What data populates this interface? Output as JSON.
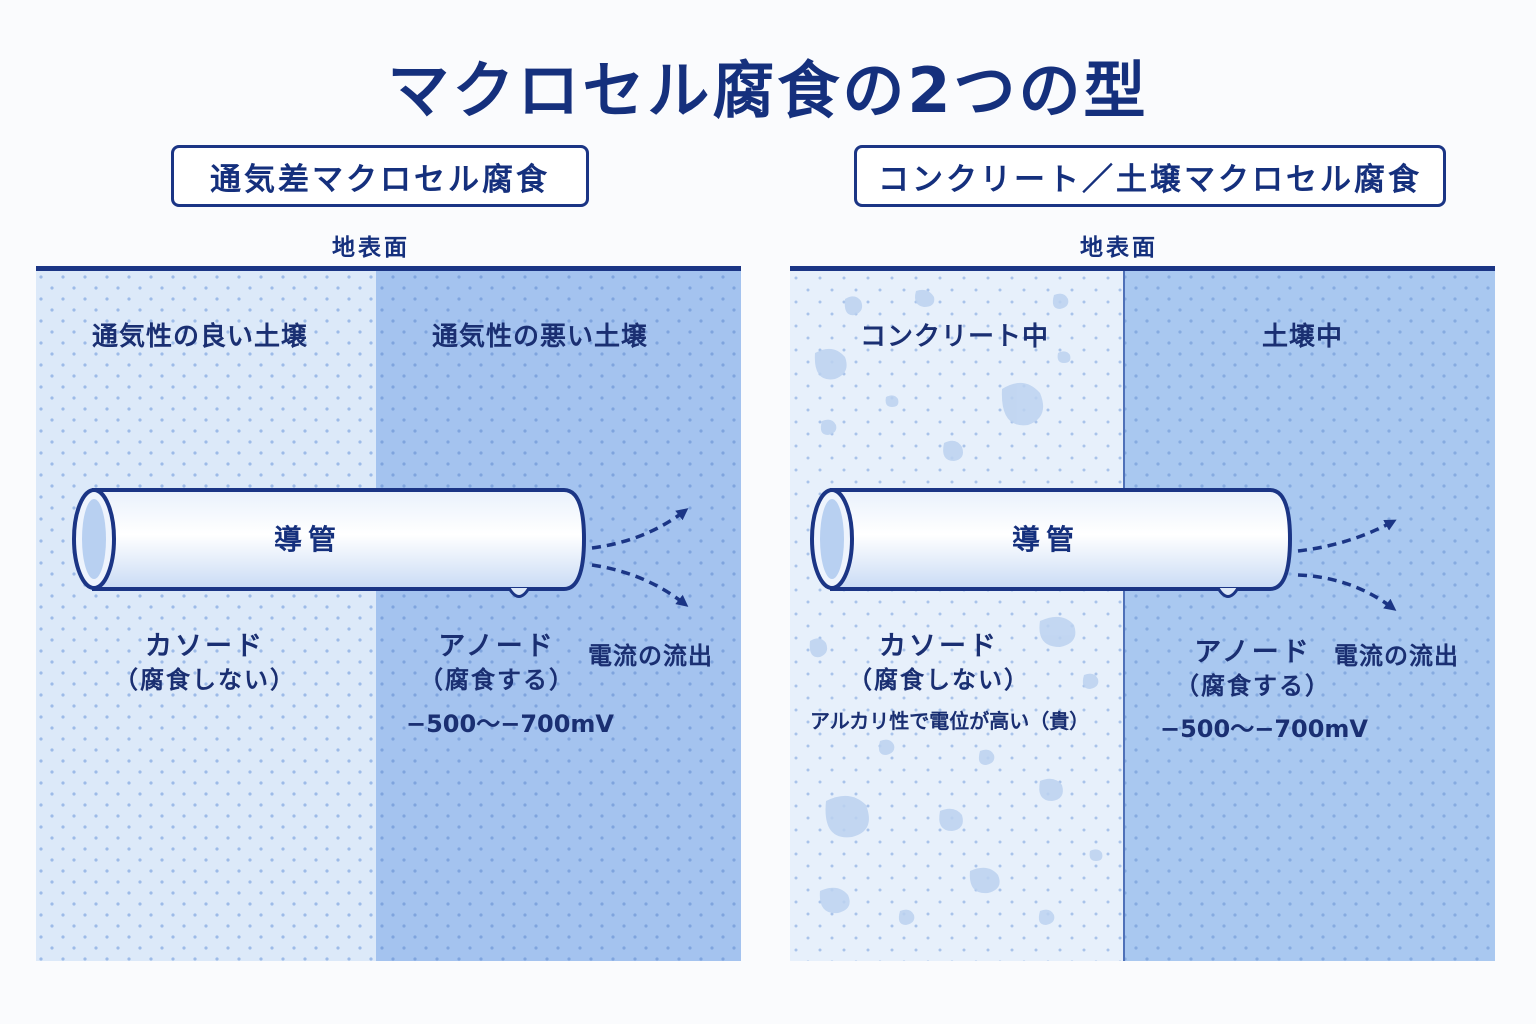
{
  "title": "マクロセル腐食の2つの型",
  "panels": [
    {
      "type_label": "通気差マクロセル腐食",
      "surface": "地表面",
      "zone_left": "通気性の良い土壌",
      "zone_right": "通気性の悪い土壌",
      "pipe": "導管",
      "cathode": "カソード",
      "cathode_note": "（腐食しない）",
      "anode": "アノード",
      "anode_note": "（腐食する）",
      "potential": "−500〜−700mV",
      "current": "電流の流出"
    },
    {
      "type_label": "コンクリート／土壌マクロセル腐食",
      "surface": "地表面",
      "zone_left": "コンクリート中",
      "zone_right": "土壌中",
      "pipe": "導管",
      "cathode": "カソード",
      "cathode_note": "（腐食しない）",
      "cathode_extra": "アルカリ性で電位が高い（貴）",
      "anode": "アノード",
      "anode_note": "（腐食する）",
      "potential": "−500〜−700mV",
      "current": "電流の流出"
    }
  ],
  "colors": {
    "navy": "#1b3585",
    "light_soil": "#dce9f9",
    "dark_soil": "#a4c3ef",
    "concrete": "#e7f0fb",
    "soil": "#a9c8f0"
  }
}
